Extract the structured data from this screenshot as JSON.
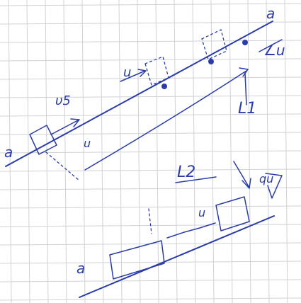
{
  "sheet": {
    "grid_color": "#cfd2d6",
    "ink_color": "#2a3ca8",
    "paper_color": "#ffffff"
  },
  "labels": {
    "upper_incline_start": "a",
    "upper_incline_end": "a",
    "upper_block_u": "u",
    "upper_velocity": "υ5",
    "upper_u_mid": "u",
    "angle_label": "∠u",
    "length_1": "L1",
    "length_2": "L2",
    "lower_block_u": "u",
    "lower_incline_start": "a",
    "lower_right_mark": "qu"
  }
}
